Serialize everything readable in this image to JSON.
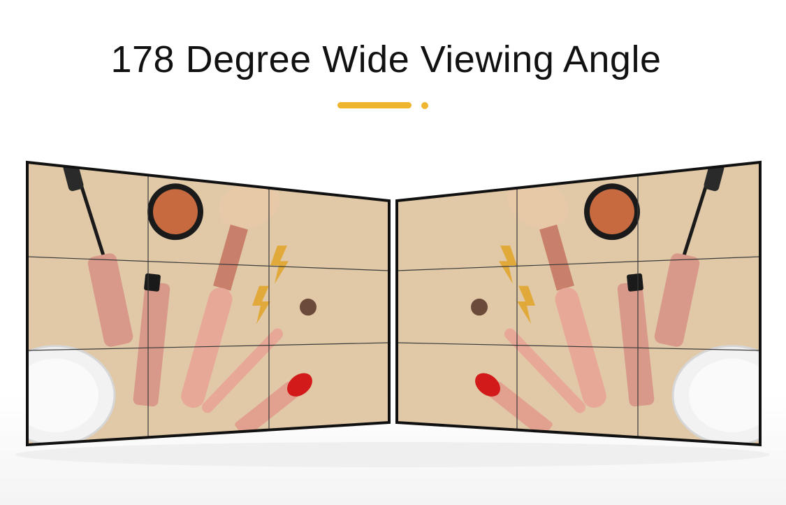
{
  "header": {
    "title": "178 Degree Wide Viewing Angle"
  },
  "colors": {
    "accent": "#f0b52e",
    "screen_background": "#e1c9a7",
    "bezel": "#111111",
    "seam": "#3a3a3a",
    "rose_gold": "#d9998a",
    "pink_handle": "#e8a898",
    "lipstick_red": "#d21a1a",
    "bronzer": "#c76a40"
  },
  "panels": [
    {
      "name": "left-video-wall",
      "grid": "3x3",
      "orientation": "angled-left"
    },
    {
      "name": "right-video-wall",
      "grid": "3x3",
      "orientation": "angled-right (mirrored)"
    }
  ]
}
